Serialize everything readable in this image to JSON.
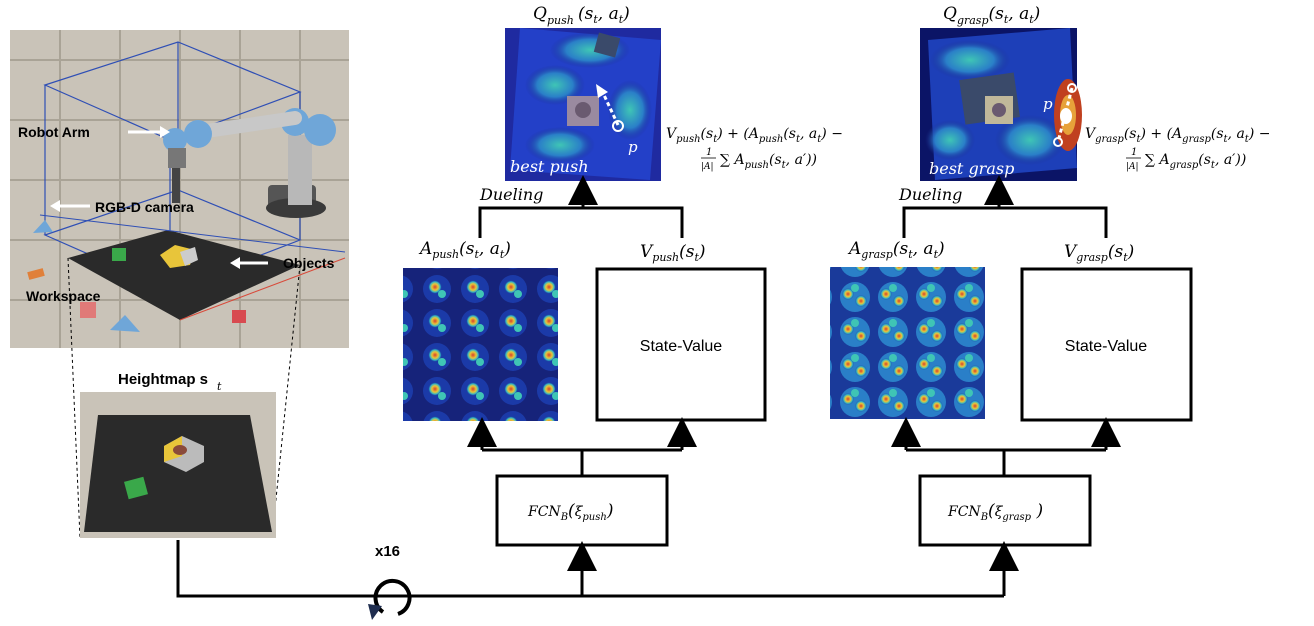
{
  "scene": {
    "labels": {
      "robot_arm": "Robot Arm",
      "camera": "RGB-D camera",
      "objects": "Objects",
      "workspace": "Workspace"
    },
    "heightmap_label": "Heightmap s",
    "heightmap_sub": "t"
  },
  "loop": {
    "repeat": "x16"
  },
  "push_branch": {
    "q_label": "Q",
    "q_sub": "push",
    "q_args": "(s",
    "q_args_sub": "t",
    "q_args_tail": ", a",
    "q_args_tail_sub": "t",
    "q_args_end": ")",
    "best_label": "best push",
    "point_label": "p",
    "dueling": "Dueling",
    "advantage": "A",
    "advantage_sub": "push",
    "value": "V",
    "value_sub": "push",
    "state_value": "State-Value",
    "fcn": "FCN",
    "fcn_sub": "B",
    "fcn_arg": "ξ",
    "fcn_arg_sub": "push",
    "formula_line1": "V",
    "formula_line1_sub": "push",
    "formula_line1_mid": "(s",
    "formula_line1_tail": ") + (A",
    "formula_line1_tail_sub": "push",
    "formula_line1_end": "(s",
    "formula_line1_end2": ", a",
    "formula_line1_end3": ") −",
    "formula_line2_frac_num": "1",
    "formula_line2_frac_den": "|A|",
    "formula_line2": "∑ A",
    "formula_line2_sub": "push",
    "formula_line2_tail": "(s",
    "formula_line2_end": ", a′))"
  },
  "grasp_branch": {
    "q_label": "Q",
    "q_sub": "grasp",
    "best_label": "best grasp",
    "point_label": "p",
    "dueling": "Dueling",
    "advantage": "A",
    "advantage_sub": "grasp",
    "value": "V",
    "value_sub": "grasp",
    "state_value": "State-Value",
    "fcn": "FCN",
    "fcn_sub": "B",
    "fcn_arg": "ξ",
    "fcn_arg_sub": "grasp",
    "formula_line1": "V",
    "formula_line1_sub": "grasp",
    "formula_line1_tail_sub": "grasp",
    "formula_line2_sub": "grasp"
  },
  "colors": {
    "line": "#000000",
    "heat_low": "#1a2a8c",
    "heat_mid": "#2fb4c8",
    "heat_high": "#d8402a",
    "scene_floor": "#b9b3a7",
    "workspace": "#2a2a2a"
  }
}
